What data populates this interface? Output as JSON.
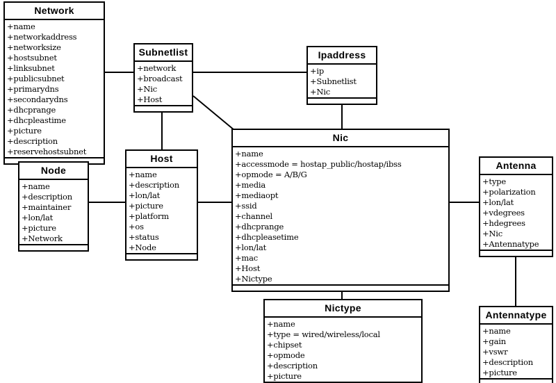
{
  "diagram": {
    "kind": "uml-class-diagram",
    "title": "Network equipment UML class diagram",
    "line_color": "#000000",
    "border_color": "#000000",
    "background": "#ffffff"
  },
  "classes": {
    "network": {
      "name": "Network",
      "attributes": [
        "+name",
        "+networkaddress",
        "+networksize",
        "+hostsubnet",
        "+linksubnet",
        "+publicsubnet",
        "+primarydns",
        "+secondarydns",
        "+dhcprange",
        "+dhcpleastime",
        "+picture",
        "+description",
        "+reservehostsubnet"
      ]
    },
    "subnetlist": {
      "name": "Subnetlist",
      "attributes": [
        "+network",
        "+broadcast",
        "+Nic",
        "+Host"
      ]
    },
    "ipaddress": {
      "name": "Ipaddress",
      "attributes": [
        "+ip",
        "+Subnetlist",
        "+Nic"
      ]
    },
    "node": {
      "name": "Node",
      "attributes": [
        "+name",
        "+description",
        "+maintainer",
        "+lon/lat",
        "+picture",
        "+Network"
      ]
    },
    "host": {
      "name": "Host",
      "attributes": [
        "+name",
        "+description",
        "+lon/lat",
        "+picture",
        "+platform",
        "+os",
        "+status",
        "+Node"
      ]
    },
    "nic": {
      "name": "Nic",
      "attributes": [
        "+name",
        "+accessmode = hostap_public/hostap/ibss",
        "+opmode = A/B/G",
        "+media",
        "+mediaopt",
        "+ssid",
        "+channel",
        "+dhcprange",
        "+dhcpleasetime",
        "+lon/lat",
        "+mac",
        "+Host",
        "+Nictype"
      ]
    },
    "antenna": {
      "name": "Antenna",
      "attributes": [
        "+type",
        "+polarization",
        "+lon/lat",
        "+vdegrees",
        "+hdegrees",
        "+Nic",
        "+Antennatype"
      ]
    },
    "nictype": {
      "name": "Nictype",
      "attributes": [
        "+name",
        "+type = wired/wireless/local",
        "+chipset",
        "+opmode",
        "+description",
        "+picture"
      ]
    },
    "antennatype": {
      "name": "Antennatype",
      "attributes": [
        "+name",
        "+gain",
        "+vswr",
        "+description",
        "+picture"
      ]
    }
  },
  "associations": [
    {
      "from": "network",
      "to": "subnetlist"
    },
    {
      "from": "network",
      "to": "node"
    },
    {
      "from": "subnetlist",
      "to": "ipaddress"
    },
    {
      "from": "subnetlist",
      "to": "host"
    },
    {
      "from": "subnetlist",
      "to": "nic"
    },
    {
      "from": "ipaddress",
      "to": "nic"
    },
    {
      "from": "node",
      "to": "host"
    },
    {
      "from": "host",
      "to": "nic"
    },
    {
      "from": "nic",
      "to": "antenna"
    },
    {
      "from": "nic",
      "to": "nictype"
    },
    {
      "from": "antenna",
      "to": "antennatype"
    }
  ]
}
